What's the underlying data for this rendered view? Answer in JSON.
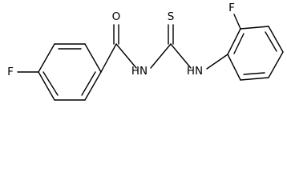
{
  "molecule": {
    "labels": {
      "fluorine_left": "F",
      "oxygen": "O",
      "nitrogen_h_left": "H",
      "nitrogen_left": "N",
      "sulfur": "S",
      "nitrogen_h_right": "H",
      "nitrogen_right": "N",
      "fluorine_right": "F"
    },
    "colors": {
      "bond": "#000000",
      "label": "#000000",
      "background": "#ffffff"
    }
  }
}
